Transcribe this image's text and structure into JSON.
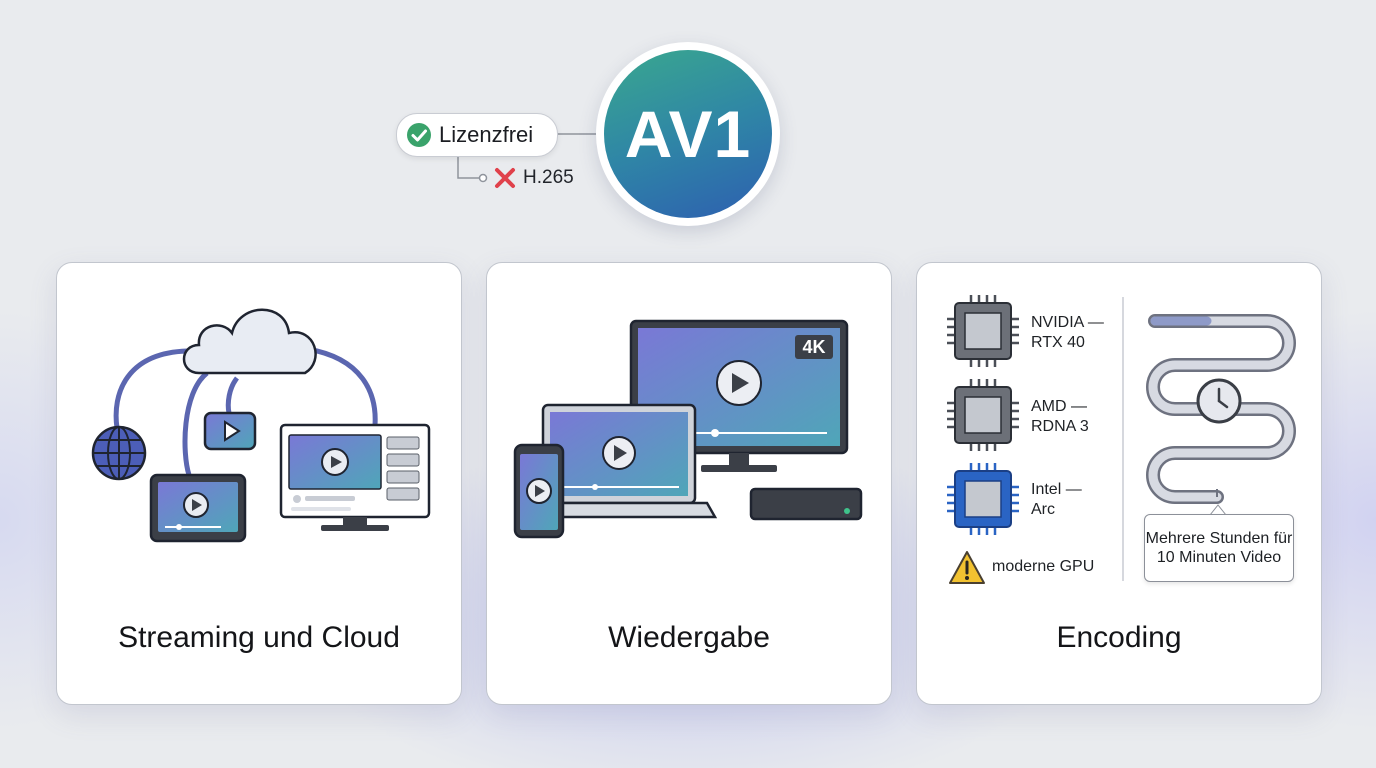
{
  "hero": {
    "badge_label": "AV1",
    "license_pill": "Lizenzfrei",
    "compare_label": "H.265"
  },
  "cards": [
    {
      "title": "Streaming und Cloud"
    },
    {
      "title": "Wiedergabe",
      "resolution_badge": "4K"
    },
    {
      "title": "Encoding",
      "gpus": [
        {
          "label": "NVIDIA —\nRTX 40",
          "line1": "NVIDIA —",
          "line2": "RTX 40"
        },
        {
          "label": "AMD —\nRDNA 3",
          "line1": "AMD —",
          "line2": "RDNA 3"
        },
        {
          "label": "Intel —\nArc",
          "line1": "Intel —",
          "line2": "Arc"
        }
      ],
      "warning": "moderne GPU",
      "time_note": "Mehrere Stunden für 10 Minuten Video"
    }
  ],
  "colors": {
    "badge_green": "#3aa88e",
    "badge_blue": "#2d5fb0",
    "check": "#3aa36b",
    "cross": "#e0414b",
    "warning": "#f2c230"
  }
}
